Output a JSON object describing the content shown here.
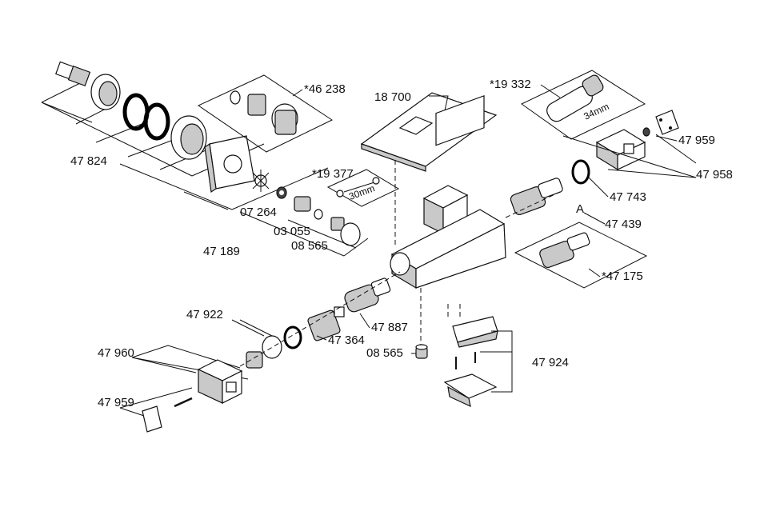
{
  "labels": {
    "l_46238": "*46 238",
    "l_47824": "47 824",
    "l_07264": "07 264",
    "l_03055": "03 055",
    "l_47189": "47 189",
    "l_08565_top": "08 565",
    "l_19377": "*19 377",
    "l_30mm": "30mm",
    "l_18700": "18 700",
    "l_19332": "*19 332",
    "l_34mm": "34mm",
    "l_47959_top": "47 959",
    "l_47958": "47 958",
    "l_47743": "47 743",
    "l_A": "A",
    "l_47439": "47 439",
    "l_47175": "*47 175",
    "l_47922": "47 922",
    "l_47960": "47 960",
    "l_47959_bottom": "47 959",
    "l_47364": "47 364",
    "l_47887": "47 887",
    "l_08565_bottom": "08 565",
    "l_47924": "47 924"
  },
  "colors": {
    "line": "#111111",
    "part_fill": "#ffffff",
    "shade": "#c9c9c9",
    "dark": "#444444"
  }
}
